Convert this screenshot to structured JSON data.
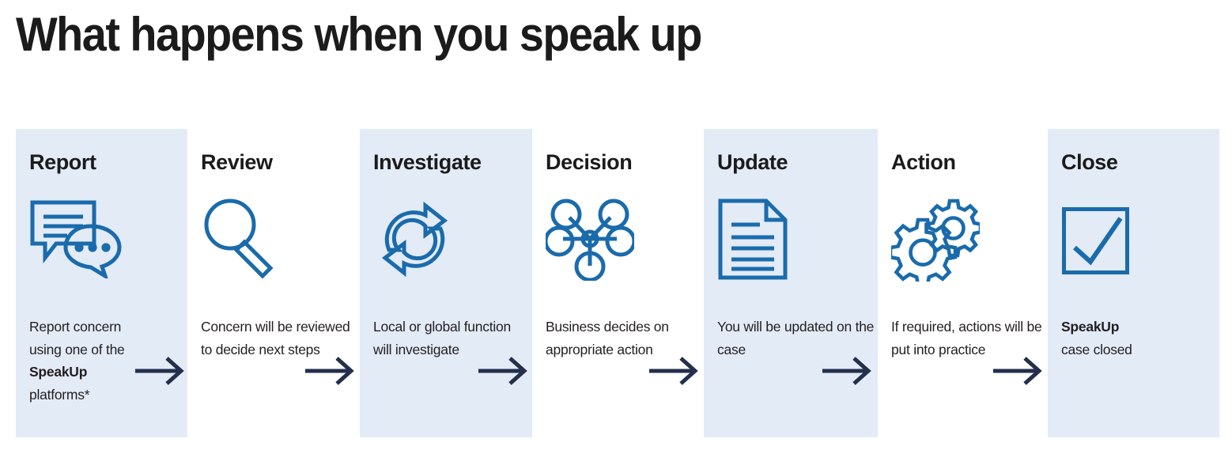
{
  "page": {
    "title": "What happens when you speak up",
    "background": "#ffffff"
  },
  "colors": {
    "card_shaded": "#e3ebf7",
    "card_plain": "#ffffff",
    "icon_blue": "#1a6bab",
    "arrow_navy": "#232f4b",
    "heading_text": "#1b1b1b",
    "body_text": "#231f20"
  },
  "steps": [
    {
      "title": "Report",
      "icon": "speech-bubbles-icon",
      "shaded": true,
      "body_lines": [
        "Report concern",
        "using one of the"
      ],
      "body_bold": "SpeakUp",
      "body_after": "platforms*",
      "body_plain_text": "Report concern using one of the SpeakUp platforms*"
    },
    {
      "title": "Review",
      "icon": "magnifying-glass-icon",
      "shaded": false,
      "body_plain_text": "Concern will be reviewed to decide next steps"
    },
    {
      "title": "Investigate",
      "icon": "cycle-arrows-icon",
      "shaded": true,
      "body_plain_text": "Local or global function will investigate"
    },
    {
      "title": "Decision",
      "icon": "network-nodes-icon",
      "shaded": false,
      "body_plain_text": "Business decides on appropriate action"
    },
    {
      "title": "Update",
      "icon": "document-icon",
      "shaded": true,
      "body_plain_text": "You will be updated on the case"
    },
    {
      "title": "Action",
      "icon": "gears-icon",
      "shaded": false,
      "body_plain_text": "If required, actions will be put into practice"
    },
    {
      "title": "Close",
      "icon": "checkbox-check-icon",
      "shaded": true,
      "body_bold": "SpeakUp",
      "body_after": "case closed",
      "body_plain_text": "SpeakUp case closed"
    }
  ],
  "arrows": {
    "count": 6,
    "glyph": "right-arrow"
  }
}
